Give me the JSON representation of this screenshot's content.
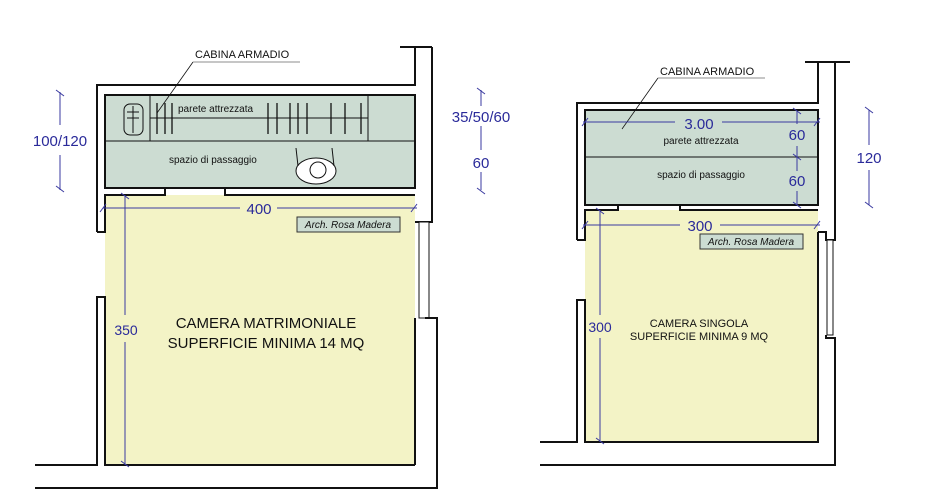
{
  "colors": {
    "room": "#f3f3c6",
    "closet": "#ccdcd2",
    "dimension": "#2a2a9a",
    "wall": "#111111"
  },
  "left_plan": {
    "callout": "CABINA ARMADIO",
    "wall_label": "parete attrezzata",
    "passage_label": "spazio di passaggio",
    "room_title": "CAMERA MATRIMONIALE",
    "room_area": "SUPERFICIE MINIMA 14 MQ",
    "signature": "Arch. Rosa Madera",
    "dim_width": "400",
    "dim_height": "350",
    "dim_closet_depth": "100/120",
    "dim_wall_depth": "35/50/60",
    "dim_passage": "60"
  },
  "right_plan": {
    "callout": "CABINA ARMADIO",
    "wall_label": "parete attrezzata",
    "passage_label": "spazio di passaggio",
    "room_title": "CAMERA SINGOLA",
    "room_area": "SUPERFICIE MINIMA 9 MQ",
    "signature": "Arch. Rosa Madera",
    "dim_closet_width": "3.00",
    "dim_wall_depth": "60",
    "dim_passage": "60",
    "dim_closet_depth": "120",
    "dim_width": "300",
    "dim_height": "300"
  }
}
